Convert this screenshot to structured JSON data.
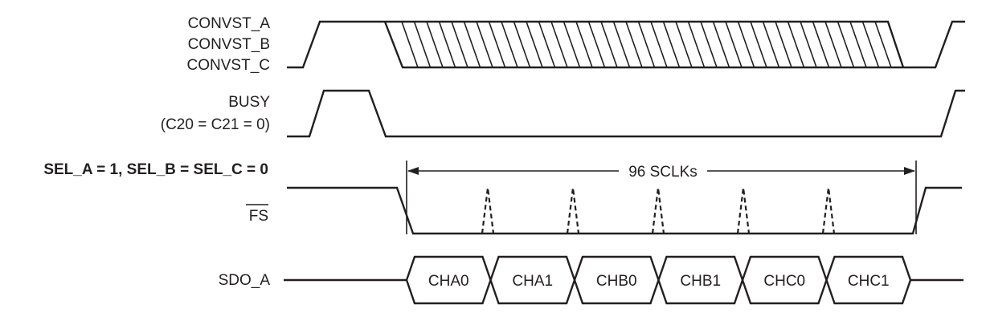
{
  "signals": {
    "convst_a": "CONVST_A",
    "convst_b": "CONVST_B",
    "convst_c": "CONVST_C",
    "busy": "BUSY",
    "busy_note": "(C20 = C21 = 0)",
    "sel_condition": "SEL_A = 1, SEL_B = SEL_C = 0",
    "fs": "FS",
    "sdo_a": "SDO_A"
  },
  "annotations": {
    "sclk_count": "96 SCLKs"
  },
  "sdo_words": [
    "CHA0",
    "CHA1",
    "CHB0",
    "CHB1",
    "CHC0",
    "CHC1"
  ]
}
